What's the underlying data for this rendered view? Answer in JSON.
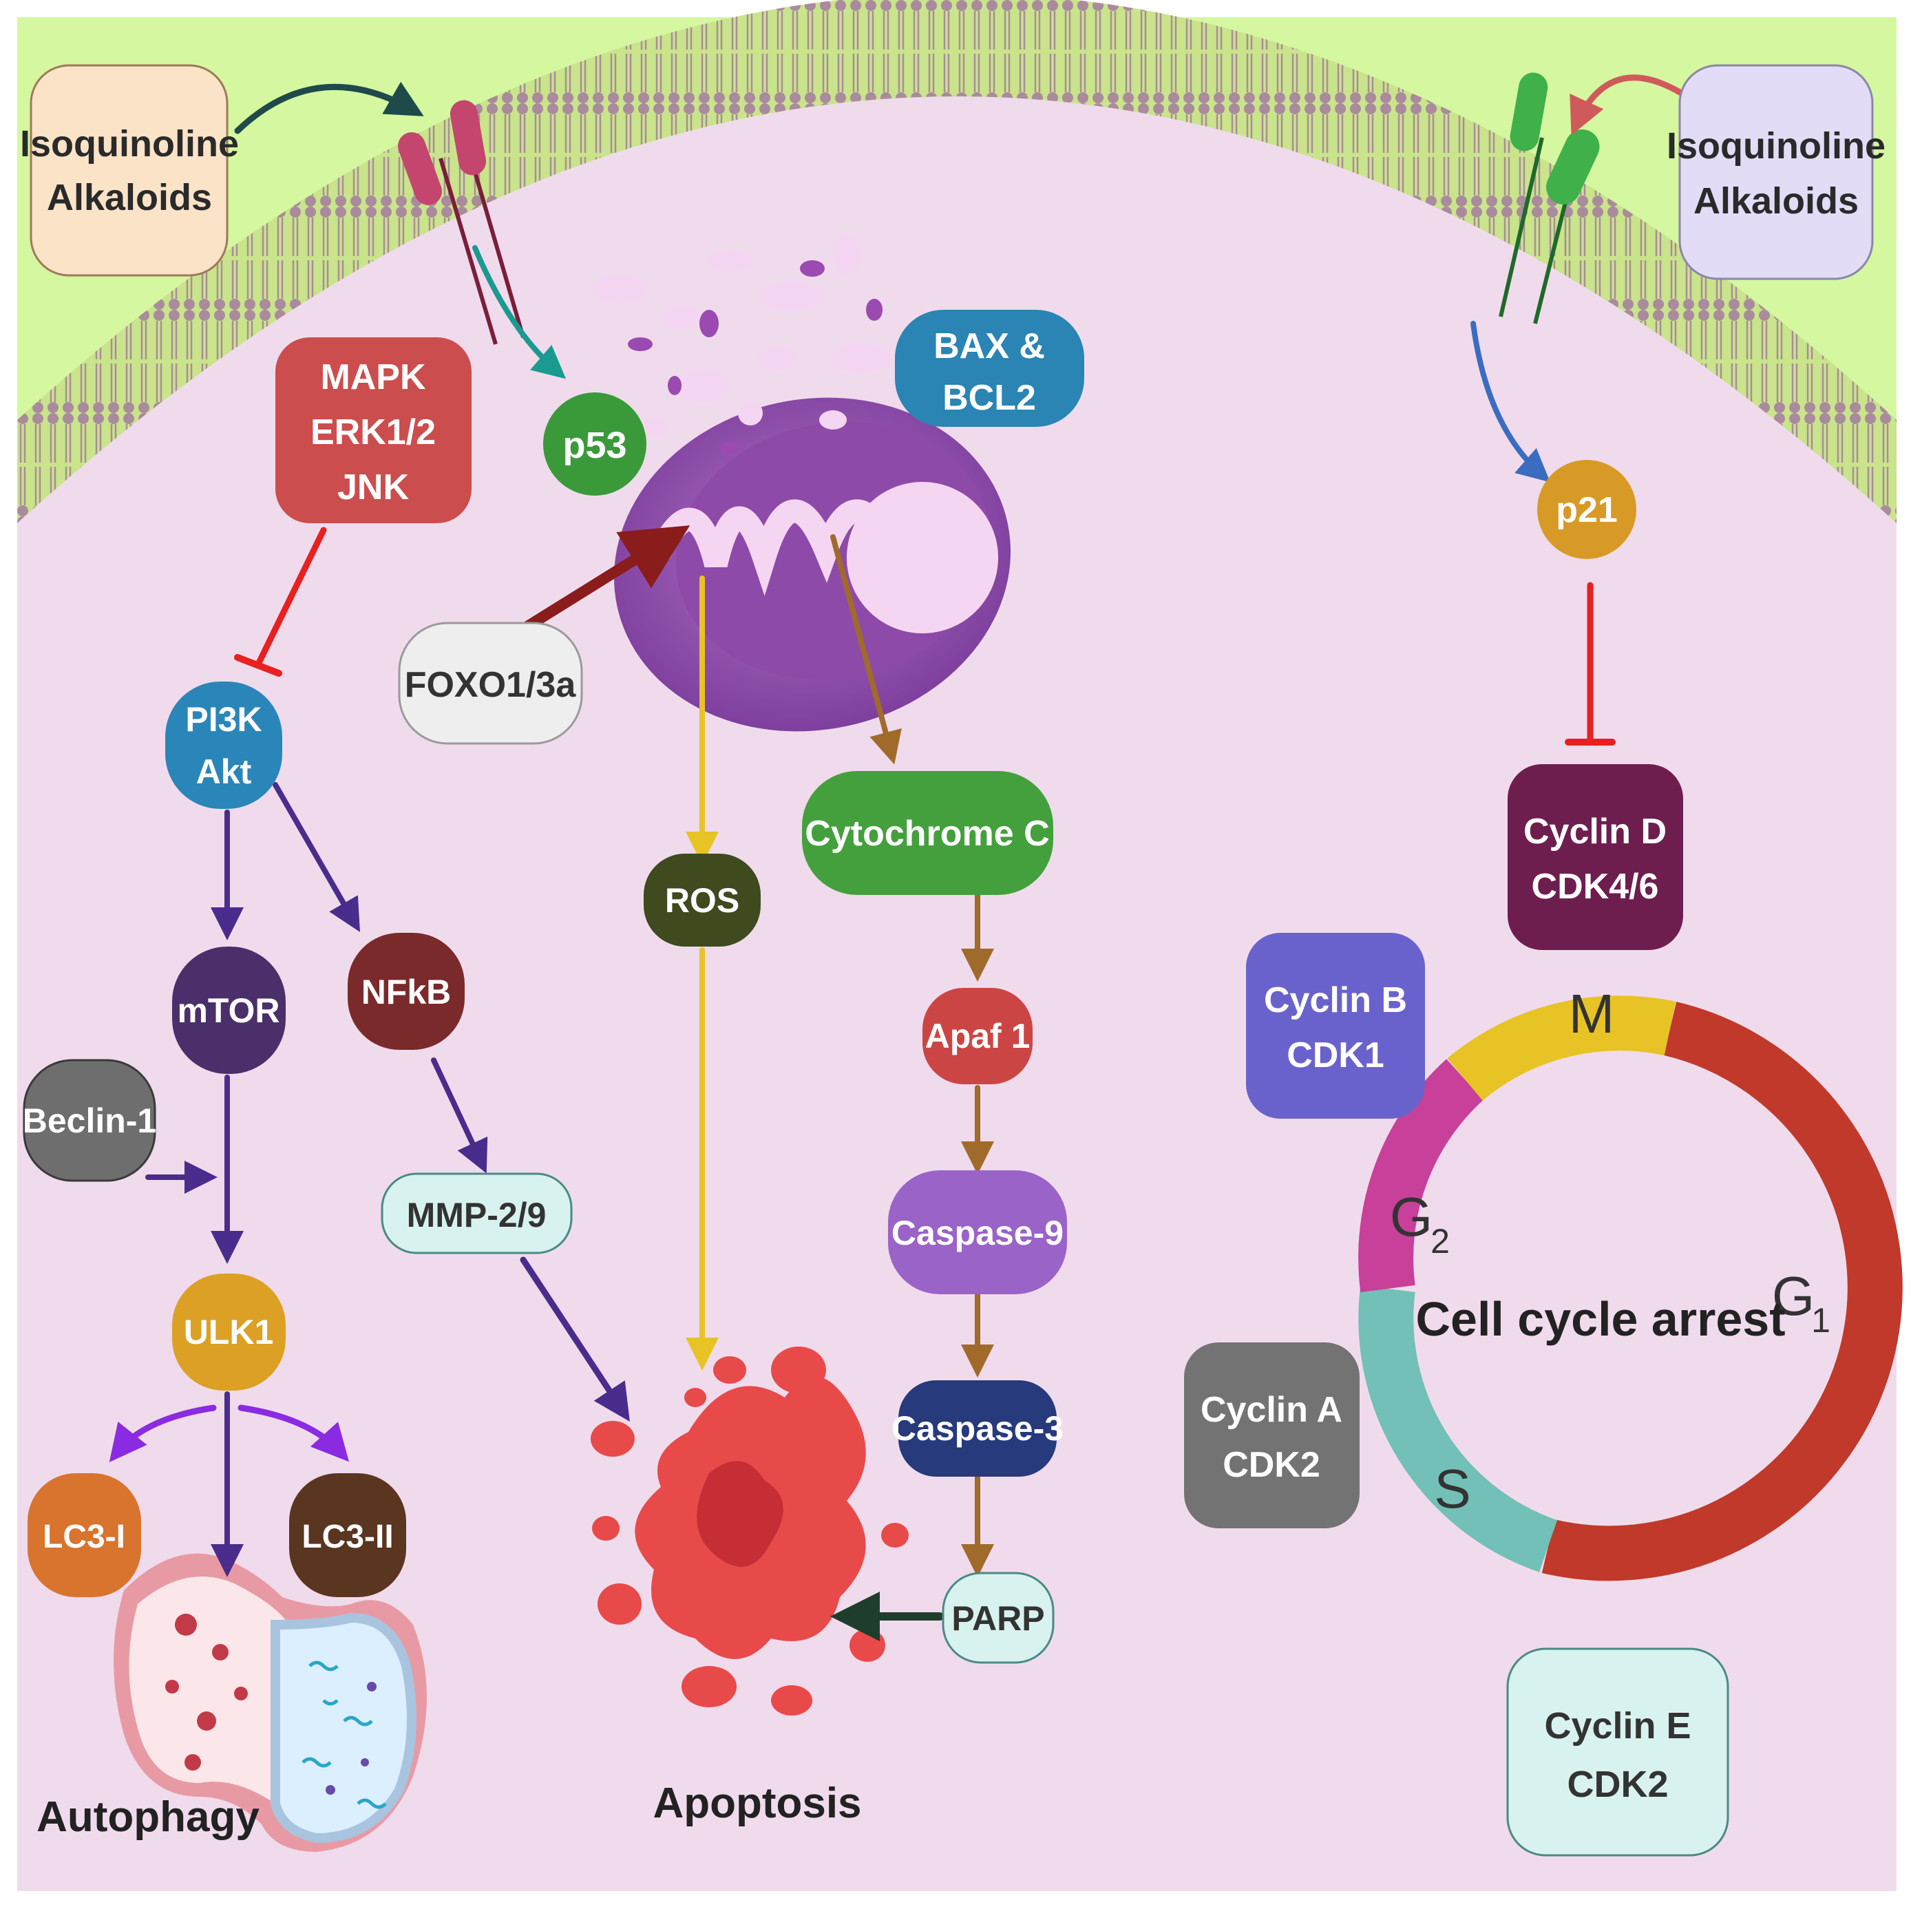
{
  "inducers": {
    "left": [
      "Isoquinoline",
      "Alkaloids"
    ],
    "right": [
      "Isoquinoline",
      "Alkaloids"
    ]
  },
  "nodes": {
    "mapk": [
      "MAPK",
      "ERK1/2",
      "JNK"
    ],
    "p53": "p53",
    "bax": [
      "BAX &",
      "BCL2"
    ],
    "foxo": "FOXO1/3a",
    "pi3k": [
      "PI3K",
      "Akt"
    ],
    "mtor": "mTOR",
    "nfkb": "NFkB",
    "beclin": "Beclin-1",
    "mmp": "MMP-2/9",
    "ulk1": "ULK1",
    "lc3i": "LC3-I",
    "lc3ii": "LC3-II",
    "ros": "ROS",
    "cytc": "Cytochrome C",
    "apaf": "Apaf 1",
    "casp9": "Caspase-9",
    "casp3": "Caspase-3",
    "parp": "PARP",
    "p21": "p21",
    "cycD": [
      "Cyclin D",
      "CDK4/6"
    ],
    "cycB": [
      "Cyclin B",
      "CDK1"
    ],
    "cycA": [
      "Cyclin A",
      "CDK2"
    ],
    "cycE": [
      "Cyclin E",
      "CDK2"
    ]
  },
  "outcomes": {
    "autophagy": "Autophagy",
    "apoptosis": "Apoptosis"
  },
  "cell_cycle": {
    "center": "Cell cycle arrest",
    "phases": {
      "m": "M",
      "g1": "G",
      "g1_sub": "1",
      "g2": "G",
      "g2_sub": "2",
      "s": "S"
    }
  },
  "colors": {
    "membrane_outer": "#d4f7a0",
    "cytoplasm": "#f0dbec",
    "membrane_band": "#c9e48a",
    "mapk": "#cc4d4d",
    "p53": "#3a9a3a",
    "bax": "#2a84b4",
    "pi3k": "#2a86b8",
    "mtor": "#4a2f6a",
    "nfkb": "#7a2a2a",
    "beclin": "#6e6e6e",
    "mmp": "#d8f2ef",
    "ulk1": "#dca124",
    "lc3i": "#d8742e",
    "lc3ii": "#5a3520",
    "ros": "#3f4a1e",
    "cytc": "#44a03c",
    "apaf": "#cc4545",
    "casp9": "#9a63c8",
    "casp3": "#263a7c",
    "parp": "#d8f2ef",
    "p21": "#d89a26",
    "cycD": "#6e1e4e",
    "cycB": "#6a62cc",
    "cycA": "#737373",
    "cycE": "#d8f2ef",
    "phase_g1": "#c0392b",
    "phase_m": "#e8c326",
    "phase_g2": "#c8409a",
    "phase_s": "#72c0b8"
  }
}
